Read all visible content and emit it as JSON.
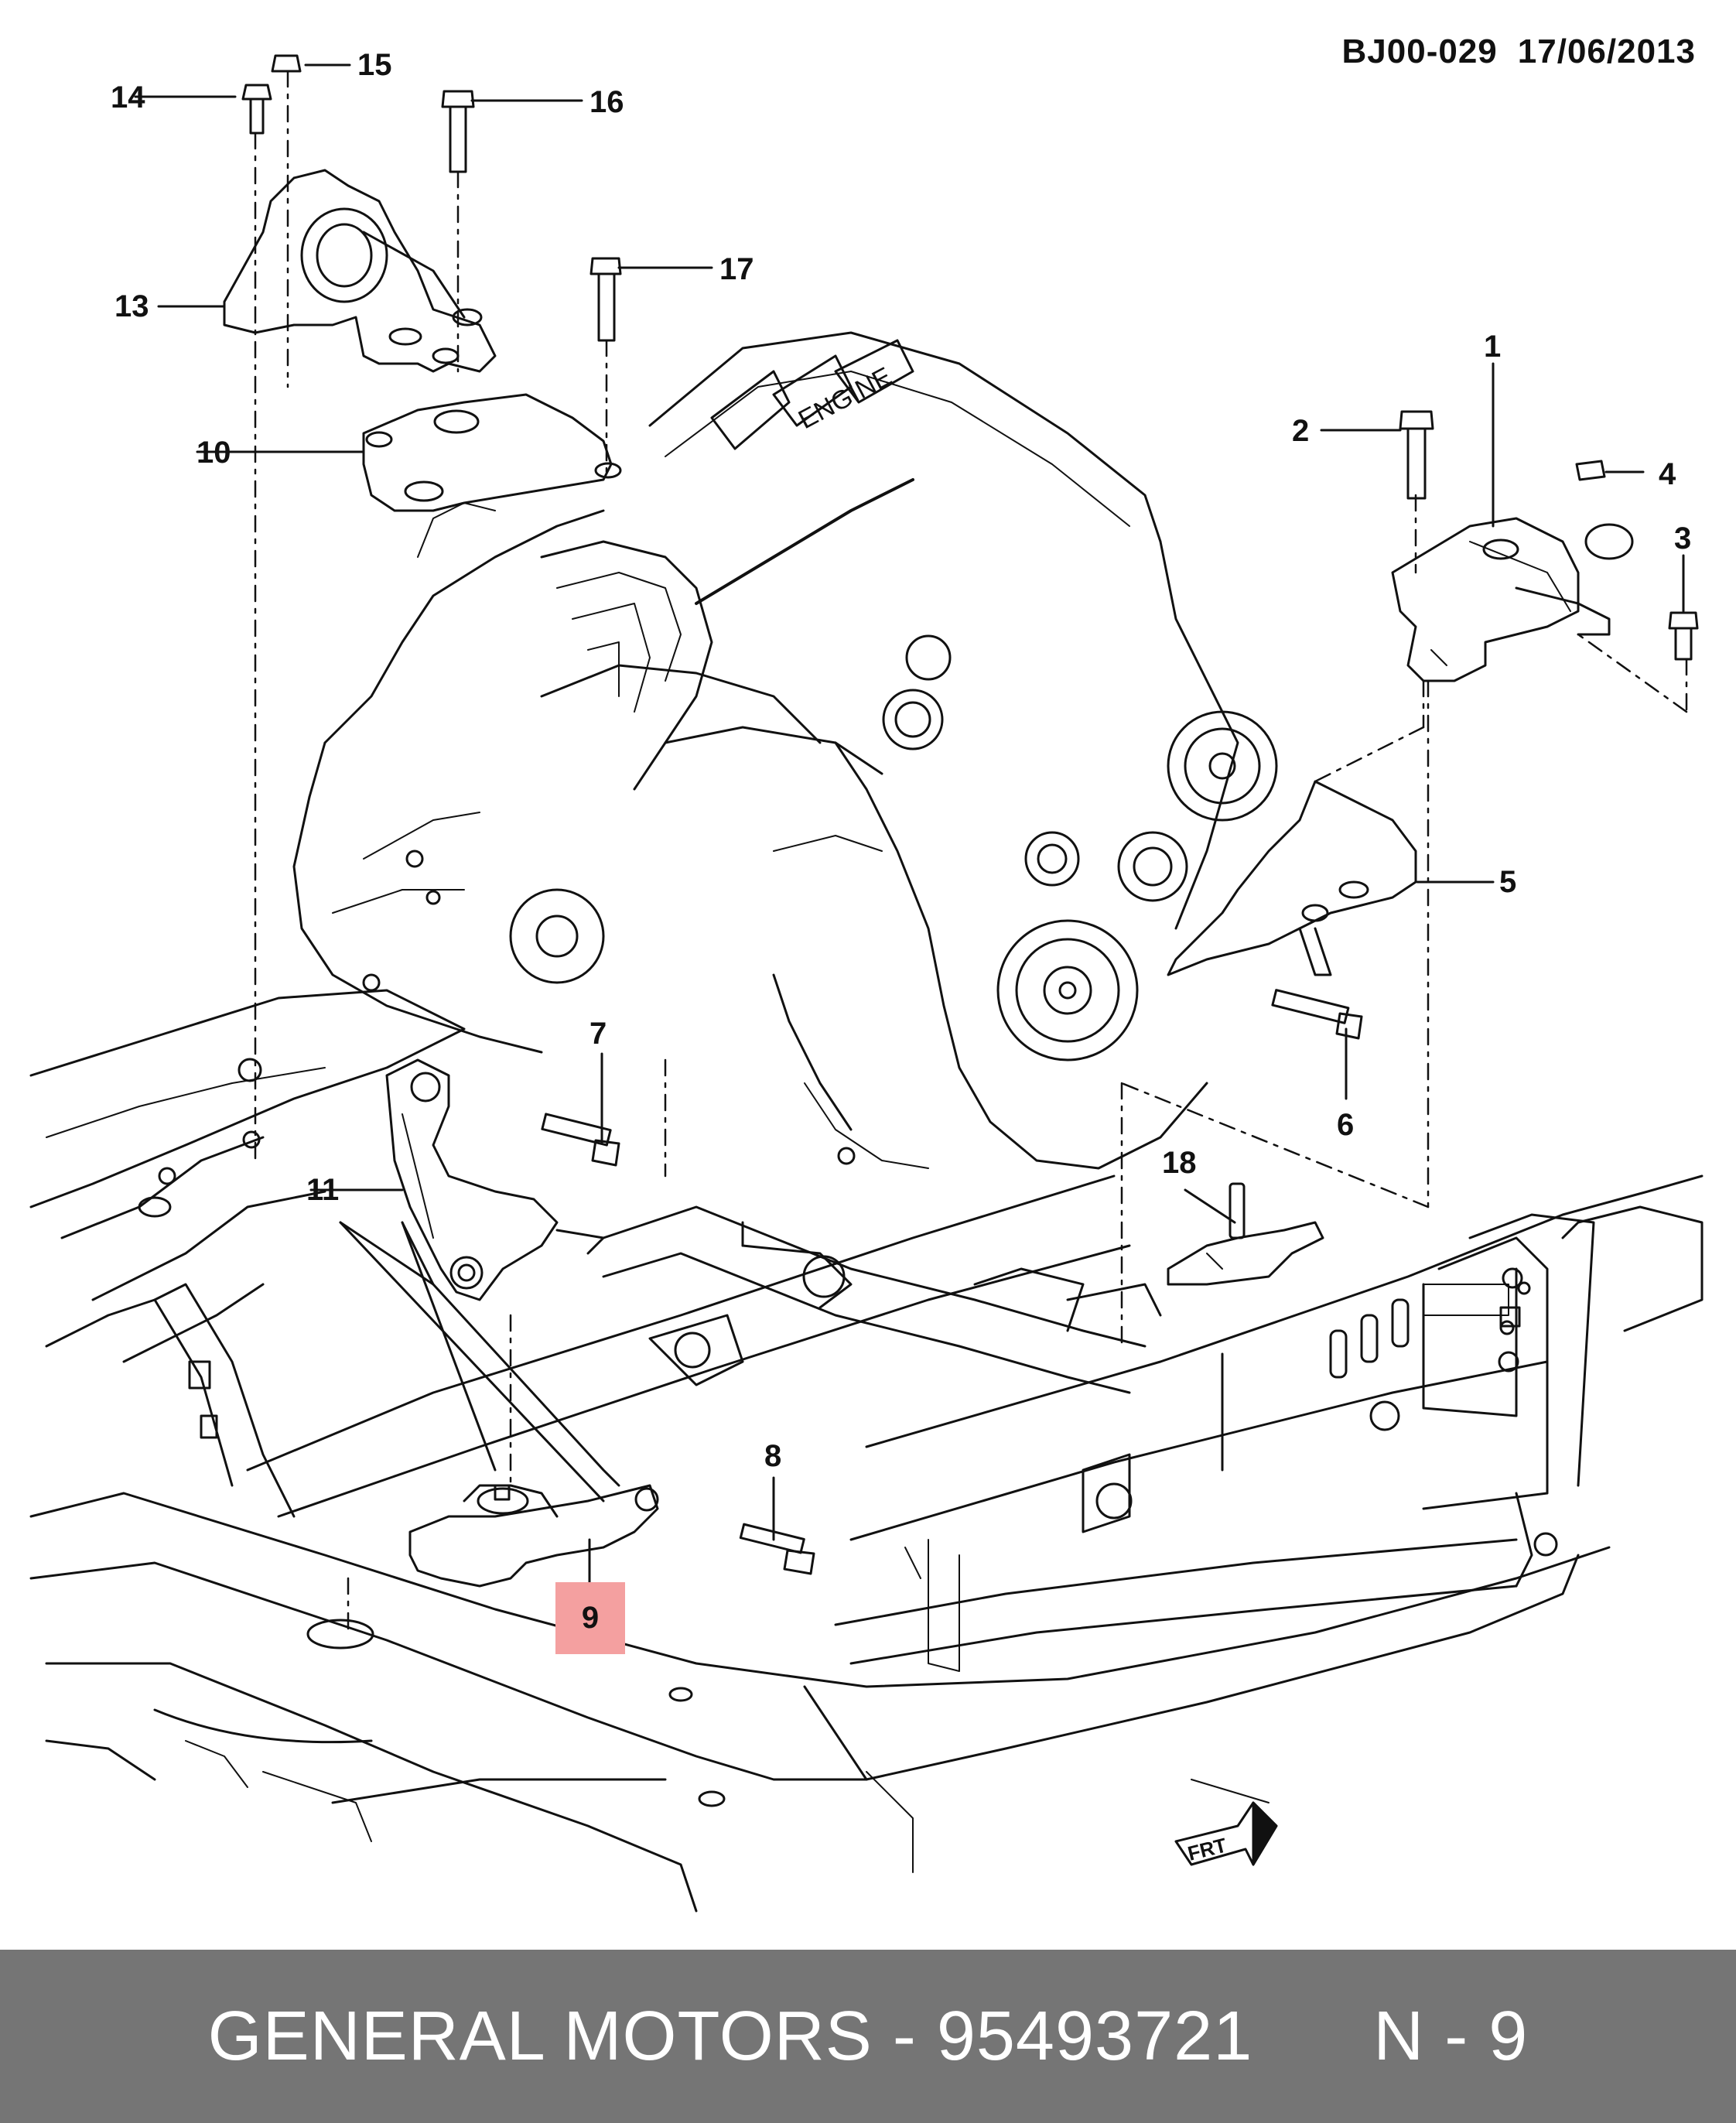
{
  "header": {
    "doc_code": "BJ00-029",
    "doc_date": "17/06/2013"
  },
  "callouts": [
    "1",
    "2",
    "3",
    "4",
    "5",
    "6",
    "7",
    "8",
    "9",
    "10",
    "11",
    "13",
    "14",
    "15",
    "16",
    "17",
    "18"
  ],
  "highlighted_callout": {
    "label": "9",
    "color": "#f4a0a0"
  },
  "direction_marker": "FRT",
  "footer": {
    "brand": "GENERAL MOTORS",
    "separator": " - ",
    "part_number": "95493721",
    "spacer": "      ",
    "position_label": "N - 9",
    "background": "#757575"
  }
}
